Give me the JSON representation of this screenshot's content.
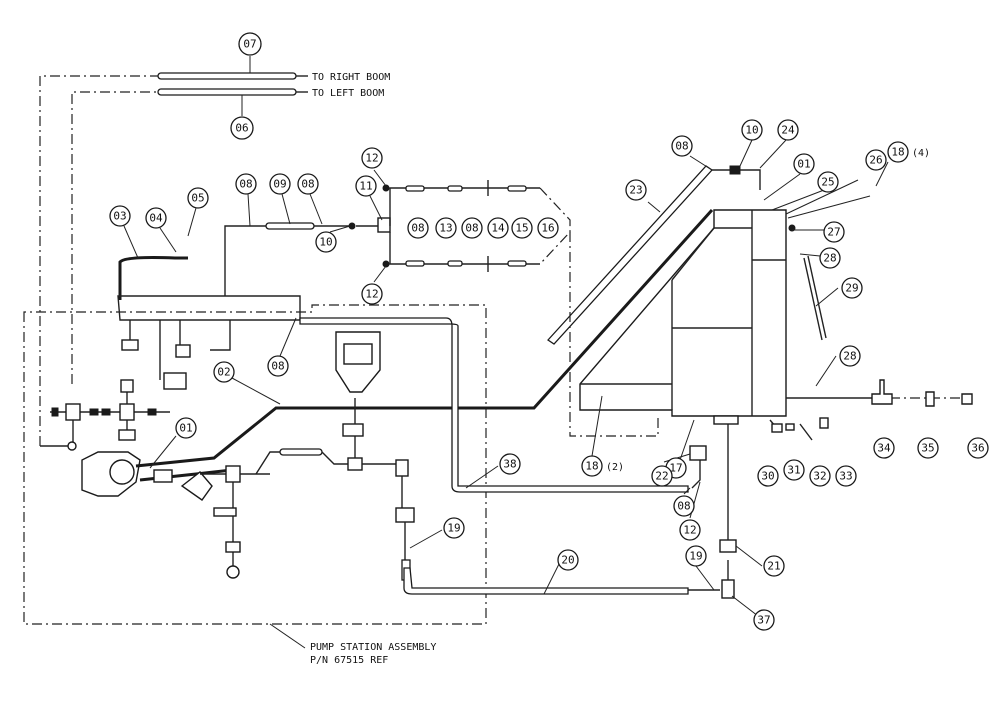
{
  "labels": {
    "right_boom": "TO RIGHT BOOM",
    "left_boom": "TO LEFT BOOM",
    "pump_station_line1": "PUMP STATION ASSEMBLY",
    "pump_station_line2": "P/N 67515 REF",
    "qty_18_top": "(4)",
    "qty_18_bottom": "(2)"
  },
  "callouts": [
    {
      "id": "c07",
      "label": "07"
    },
    {
      "id": "c06",
      "label": "06"
    },
    {
      "id": "c05",
      "label": "05"
    },
    {
      "id": "c04",
      "label": "04"
    },
    {
      "id": "c03",
      "label": "03"
    },
    {
      "id": "c08a",
      "label": "08"
    },
    {
      "id": "c09",
      "label": "09"
    },
    {
      "id": "c08b",
      "label": "08"
    },
    {
      "id": "c10a",
      "label": "10"
    },
    {
      "id": "c11",
      "label": "11"
    },
    {
      "id": "c12a",
      "label": "12"
    },
    {
      "id": "c12b",
      "label": "12"
    },
    {
      "id": "c08c",
      "label": "08"
    },
    {
      "id": "c13",
      "label": "13"
    },
    {
      "id": "c08d",
      "label": "08"
    },
    {
      "id": "c14",
      "label": "14"
    },
    {
      "id": "c15",
      "label": "15"
    },
    {
      "id": "c16",
      "label": "16"
    },
    {
      "id": "c08e",
      "label": "08"
    },
    {
      "id": "c02",
      "label": "02"
    },
    {
      "id": "c01a",
      "label": "01"
    },
    {
      "id": "c08f",
      "label": "08"
    },
    {
      "id": "c10b",
      "label": "10"
    },
    {
      "id": "c24",
      "label": "24"
    },
    {
      "id": "c01b",
      "label": "01"
    },
    {
      "id": "c25",
      "label": "25"
    },
    {
      "id": "c23",
      "label": "23"
    },
    {
      "id": "c26",
      "label": "26"
    },
    {
      "id": "c18a",
      "label": "18"
    },
    {
      "id": "c27",
      "label": "27"
    },
    {
      "id": "c28a",
      "label": "28"
    },
    {
      "id": "c29",
      "label": "29"
    },
    {
      "id": "c28b",
      "label": "28"
    },
    {
      "id": "c18b",
      "label": "18"
    },
    {
      "id": "c17",
      "label": "17"
    },
    {
      "id": "c22",
      "label": "22"
    },
    {
      "id": "c30",
      "label": "30"
    },
    {
      "id": "c31",
      "label": "31"
    },
    {
      "id": "c32",
      "label": "32"
    },
    {
      "id": "c33",
      "label": "33"
    },
    {
      "id": "c34",
      "label": "34"
    },
    {
      "id": "c35",
      "label": "35"
    },
    {
      "id": "c36",
      "label": "36"
    },
    {
      "id": "c38",
      "label": "38"
    },
    {
      "id": "c08g",
      "label": "08"
    },
    {
      "id": "c12c",
      "label": "12"
    },
    {
      "id": "c19a",
      "label": "19"
    },
    {
      "id": "c20",
      "label": "20"
    },
    {
      "id": "c19b",
      "label": "19"
    },
    {
      "id": "c21",
      "label": "21"
    },
    {
      "id": "c37",
      "label": "37"
    }
  ]
}
